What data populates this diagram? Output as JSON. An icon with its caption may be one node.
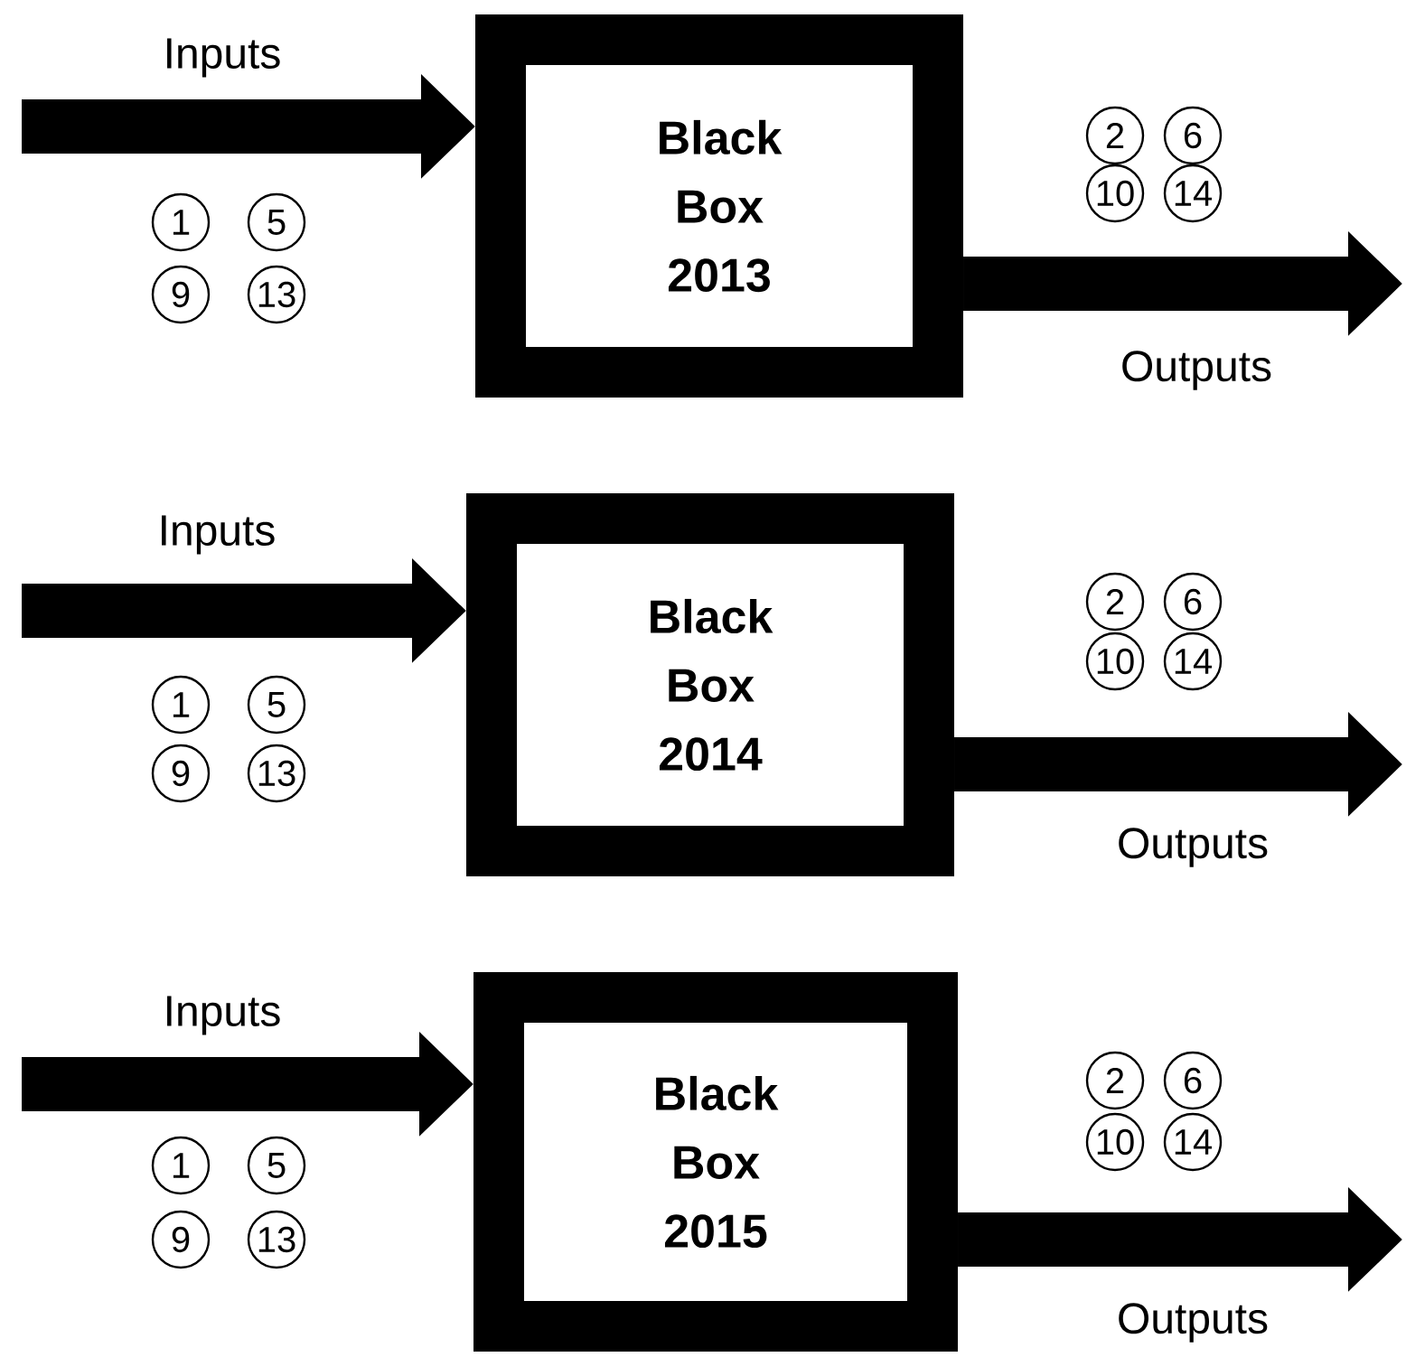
{
  "diagram": {
    "nodes": [
      {
        "text": [
          "Black Box 2013"
        ]
      },
      {
        "text": [
          "Black Box 2014"
        ]
      },
      {
        "text": [
          "Black Box 2015"
        ]
      }
    ],
    "edges": [
      {
        "from": null,
        "to": 0,
        "arrow": "to",
        "label": "Inputs"
      },
      {
        "from": 0,
        "to": null,
        "arrow": "to",
        "label": "Outputs"
      },
      {
        "from": null,
        "to": 1,
        "arrow": "to",
        "label": "Inputs"
      },
      {
        "from": 1,
        "to": null,
        "arrow": "to",
        "label": "Outputs"
      },
      {
        "from": null,
        "to": 2,
        "arrow": "to",
        "label": "Inputs"
      },
      {
        "from": 2,
        "to": null,
        "arrow": "to",
        "label": "Outputs"
      }
    ],
    "labels": [
      "2",
      "6",
      "10",
      "14",
      "1",
      "5",
      "9",
      "13",
      "2",
      "6",
      "10",
      "14",
      "1",
      "5",
      "9",
      "13",
      "2",
      "6",
      "10",
      "14",
      "1",
      "5",
      "9",
      "13"
    ]
  }
}
